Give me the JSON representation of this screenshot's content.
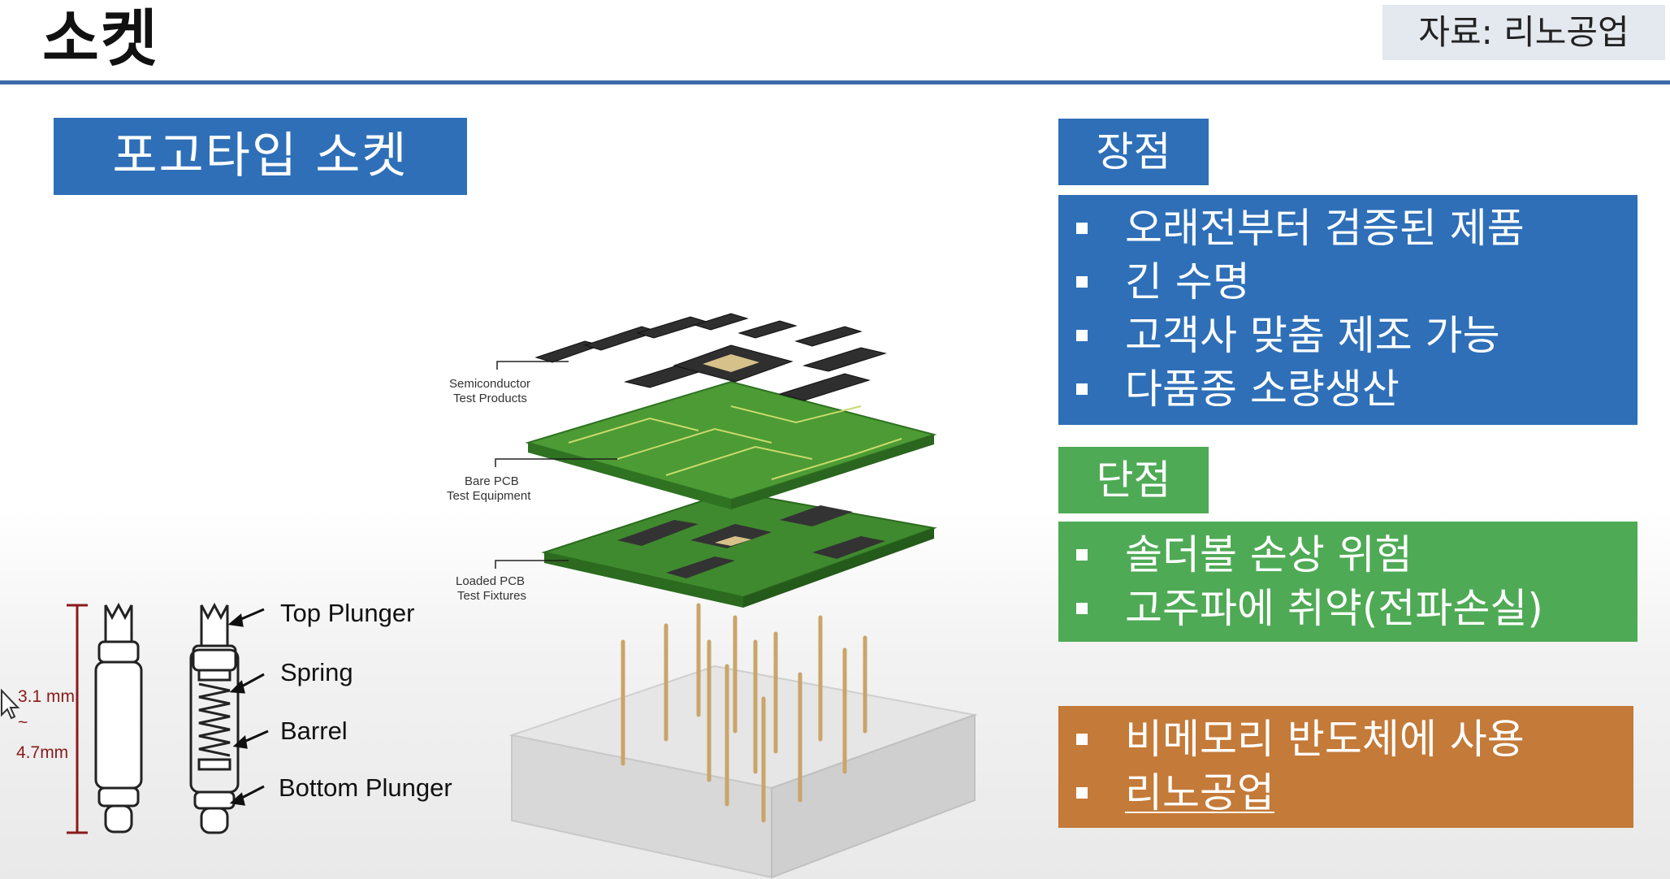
{
  "title": "소켓",
  "source": "자료: 리노공업",
  "pogo_label": "포고타입 소켓",
  "pros": {
    "header": "장점",
    "items": [
      "오래전부터 검증된 제품",
      "긴 수명",
      "고객사 맞춤 제조 가능",
      "다품종 소량생산"
    ]
  },
  "cons": {
    "header": "단점",
    "items": [
      "솔더볼 손상 위험",
      "고주파에 취약(전파손실)"
    ]
  },
  "usage": {
    "items": [
      "비메모리 반도체에 사용",
      "리노공업"
    ]
  },
  "pin_diagram": {
    "dimension_top": "3.1 mm",
    "dimension_sep": "~",
    "dimension_bottom": "4.7mm",
    "labels": [
      "Top Plunger",
      "Spring",
      "Barrel",
      "Bottom Plunger"
    ]
  },
  "stack_diagram": {
    "labels": [
      [
        "Semiconductor",
        "Test Products"
      ],
      [
        "Bare PCB",
        "Test Equipment"
      ],
      [
        "Loaded PCB",
        "Test Fixtures"
      ]
    ]
  },
  "colors": {
    "blue": "#2e6fb8",
    "green": "#4faa55",
    "orange": "#c47a38",
    "rule": "#3b6ba8",
    "source_bg": "#e4e8ef"
  }
}
